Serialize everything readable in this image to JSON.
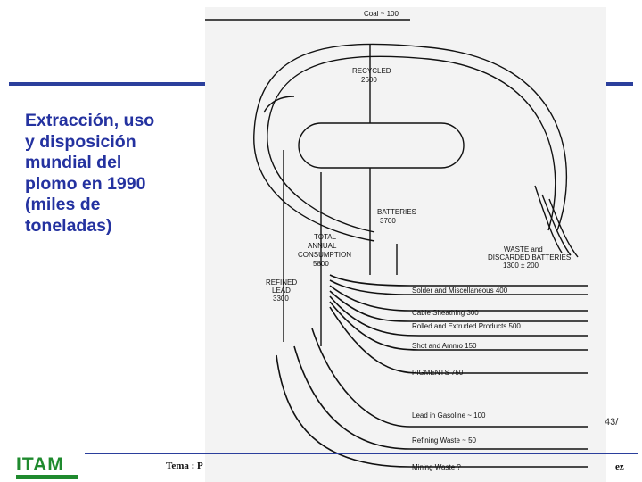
{
  "slide": {
    "title": "Extracción, uso\ny disposición\nmundial del\nplomo en 1990\n(miles de\ntoneladas)",
    "page_number": "43/",
    "footer_left": "Tema : P",
    "footer_right": "ez",
    "logo_text": "ITAM"
  },
  "diagram": {
    "labels": {
      "coal": "Coal ~ 100",
      "recycled_1": "RECYCLED",
      "recycled_2": "2600",
      "batteries_1": "BATTERIES",
      "batteries_2": "3700",
      "total_1": "TOTAL",
      "total_2": "ANNUAL",
      "total_3": "CONSUMPTION",
      "total_4": "5800",
      "refined_1": "REFINED",
      "refined_2": "LEAD",
      "refined_3": "3300",
      "waste_1": "WASTE and",
      "waste_2": "DISCARDED BATTERIES",
      "waste_3": "1300 ± 200"
    },
    "flows": [
      {
        "label": "Solder and Miscellaneous 400"
      },
      {
        "label": "Cable Sheathing 300"
      },
      {
        "label": "Rolled and Extruded Products 500"
      },
      {
        "label": "Shot and Ammo 150"
      },
      {
        "label": "PIGMENTS 750"
      },
      {
        "label": "Lead in Gasoline ~ 100"
      },
      {
        "label": "Refining Waste ~ 50"
      },
      {
        "label": "Mining Waste ?"
      }
    ]
  }
}
